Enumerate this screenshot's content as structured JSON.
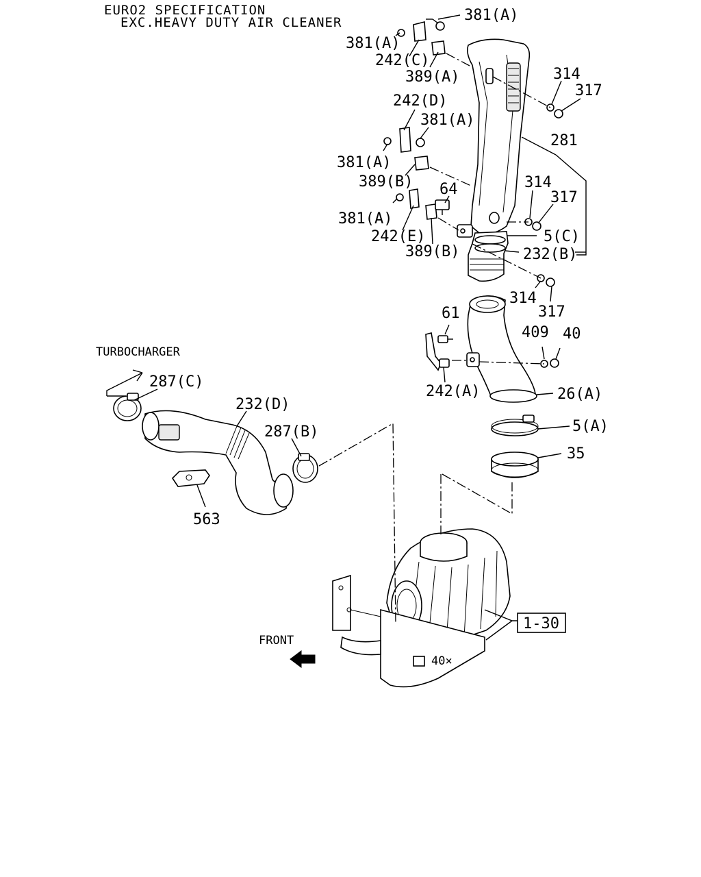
{
  "header": {
    "line1": "EURO2 SPECIFICATION",
    "line2": "EXC.HEAVY DUTY AIR CLEANER"
  },
  "directions": {
    "turbocharger": "TURBOCHARGER",
    "front": "FRONT"
  },
  "reference_box": "1-30",
  "callouts": [
    {
      "id": "381a-1",
      "text": "381(A)"
    },
    {
      "id": "381a-2",
      "text": "381(A)"
    },
    {
      "id": "242c",
      "text": "242(C)"
    },
    {
      "id": "389a",
      "text": "389(A)"
    },
    {
      "id": "314-1",
      "text": "314"
    },
    {
      "id": "317-1",
      "text": "317"
    },
    {
      "id": "242d",
      "text": "242(D)"
    },
    {
      "id": "381a-3",
      "text": "381(A)"
    },
    {
      "id": "381a-4",
      "text": "381(A)"
    },
    {
      "id": "281",
      "text": "281"
    },
    {
      "id": "389b-1",
      "text": "389(B)"
    },
    {
      "id": "64",
      "text": "64"
    },
    {
      "id": "314-2",
      "text": "314"
    },
    {
      "id": "317-2",
      "text": "317"
    },
    {
      "id": "381a-5",
      "text": "381(A)"
    },
    {
      "id": "242e",
      "text": "242(E)"
    },
    {
      "id": "5c",
      "text": "5(C)"
    },
    {
      "id": "389b-2",
      "text": "389(B)"
    },
    {
      "id": "232b",
      "text": "232(B)"
    },
    {
      "id": "314-3",
      "text": "314"
    },
    {
      "id": "317-3",
      "text": "317"
    },
    {
      "id": "61",
      "text": "61"
    },
    {
      "id": "409",
      "text": "409"
    },
    {
      "id": "40",
      "text": "40"
    },
    {
      "id": "242a",
      "text": "242(A)"
    },
    {
      "id": "26a",
      "text": "26(A)"
    },
    {
      "id": "5a",
      "text": "5(A)"
    },
    {
      "id": "35",
      "text": "35"
    },
    {
      "id": "287c",
      "text": "287(C)"
    },
    {
      "id": "232d",
      "text": "232(D)"
    },
    {
      "id": "287b",
      "text": "287(B)"
    },
    {
      "id": "563",
      "text": "563"
    }
  ]
}
